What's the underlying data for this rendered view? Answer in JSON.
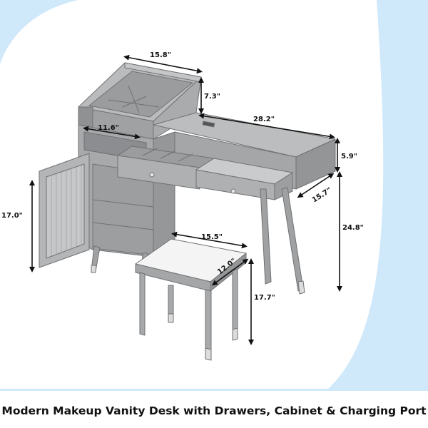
{
  "caption": "Modern Makeup Vanity Desk with Drawers, Cabinet & Charging Port",
  "dimensions": {
    "organizer_width": "15.8\"",
    "organizer_height": "7.3\"",
    "desk_length": "28.2\"",
    "shelf_width": "11.6\"",
    "desk_top_height": "5.9\"",
    "desk_depth": "15.7\"",
    "cabinet_height": "17.0\"",
    "desk_height": "24.8\"",
    "stool_width": "15.5\"",
    "stool_depth": "12.0\"",
    "stool_height": "17.7\""
  },
  "colors": {
    "background": "#ffffff",
    "accent_band": "#cfe8fa",
    "furniture": "#a7a9ab",
    "furniture_dark": "#8b8d90",
    "seat": "#f4f4f4",
    "text": "#111111"
  }
}
